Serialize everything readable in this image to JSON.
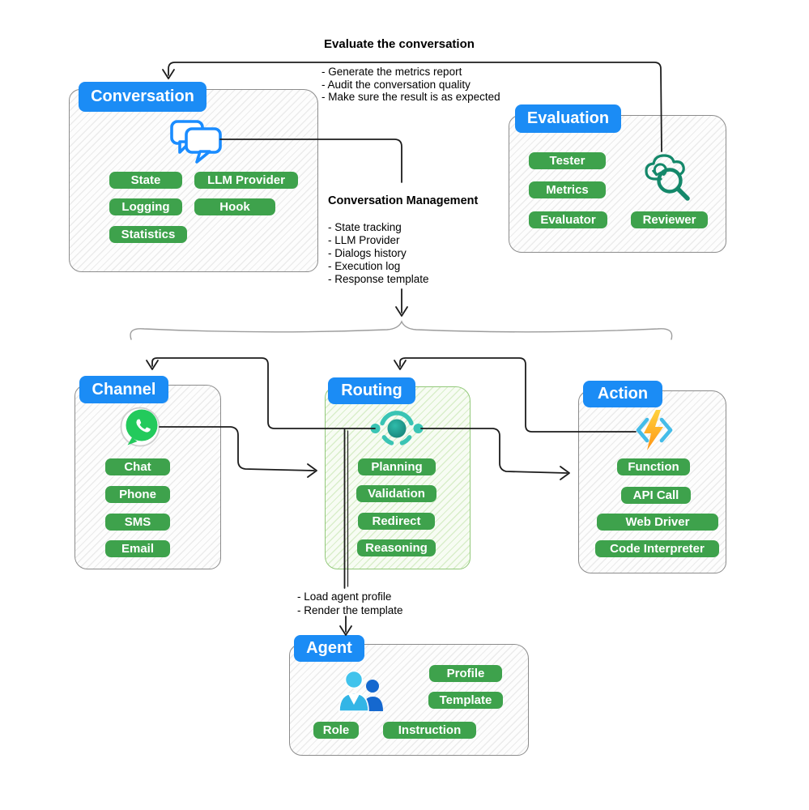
{
  "colors": {
    "header_blue": "#1b8cf5",
    "pill_green": "#3ea24c",
    "routing_box_green": "#93c97b",
    "wire_black": "#1c1c1c",
    "brace_gray": "#9c9c9c",
    "whatsapp_green": "#23ca5c",
    "hub_teal": "#3ac4b4",
    "cloud_search_green": "#14886a",
    "chat_bubble_blue": "#1a8cff",
    "bolt_yellow": "#ffc32a",
    "bracket_blue": "#44bce8",
    "person_cyan": "#35b9e8",
    "person_blue": "#1568cf"
  },
  "notes": {
    "evaluate": {
      "title": "Evaluate the conversation",
      "lines": [
        "- Generate the metrics report",
        "- Audit the conversation quality",
        "- Make sure the result is as expected"
      ]
    },
    "management": {
      "title": "Conversation Management",
      "lines": [
        "- State tracking",
        "- LLM Provider",
        "- Dialogs history",
        "- Execution log",
        "- Response template"
      ]
    },
    "agent": {
      "lines": [
        "- Load agent profile",
        "- Render the template"
      ]
    }
  },
  "boxes": {
    "conversation": {
      "title": "Conversation",
      "icon": "chat-bubbles",
      "pills": [
        "State",
        "LLM Provider",
        "Logging",
        "Hook",
        "Statistics"
      ]
    },
    "evaluation": {
      "title": "Evaluation",
      "icon": "cloud-search",
      "pills": [
        "Tester",
        "Metrics",
        "Evaluator",
        "Reviewer"
      ]
    },
    "channel": {
      "title": "Channel",
      "icon": "whatsapp",
      "pills": [
        "Chat",
        "Phone",
        "SMS",
        "Email"
      ]
    },
    "routing": {
      "title": "Routing",
      "icon": "hub",
      "pills": [
        "Planning",
        "Validation",
        "Redirect",
        "Reasoning"
      ]
    },
    "action": {
      "title": "Action",
      "icon": "lightning-code",
      "pills": [
        "Function",
        "API Call",
        "Web Driver",
        "Code Interpreter"
      ]
    },
    "agent": {
      "title": "Agent",
      "icon": "people",
      "pills": [
        "Profile",
        "Template",
        "Role",
        "Instruction"
      ]
    }
  }
}
